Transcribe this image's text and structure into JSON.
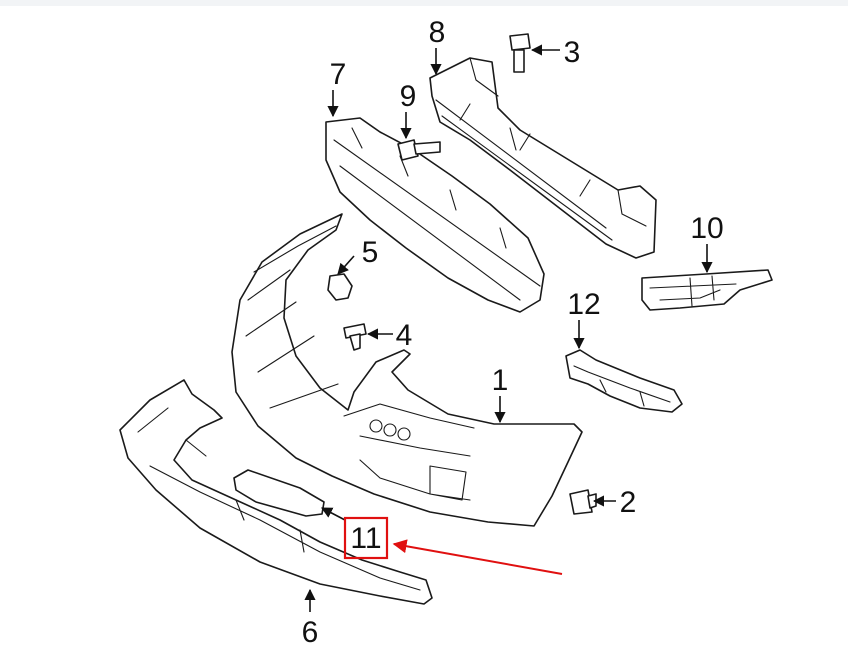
{
  "diagram": {
    "callouts": [
      {
        "id": "1",
        "label": "1"
      },
      {
        "id": "2",
        "label": "2"
      },
      {
        "id": "3",
        "label": "3"
      },
      {
        "id": "4",
        "label": "4"
      },
      {
        "id": "5",
        "label": "5"
      },
      {
        "id": "6",
        "label": "6"
      },
      {
        "id": "7",
        "label": "7"
      },
      {
        "id": "8",
        "label": "8"
      },
      {
        "id": "9",
        "label": "9"
      },
      {
        "id": "10",
        "label": "10"
      },
      {
        "id": "11",
        "label": "11"
      },
      {
        "id": "12",
        "label": "12"
      }
    ],
    "highlight": {
      "callout": "11",
      "color": "#e01010"
    },
    "colors": {
      "line": "#1a1a1a",
      "background": "#ffffff",
      "top_band": "#f2f4f6"
    }
  }
}
